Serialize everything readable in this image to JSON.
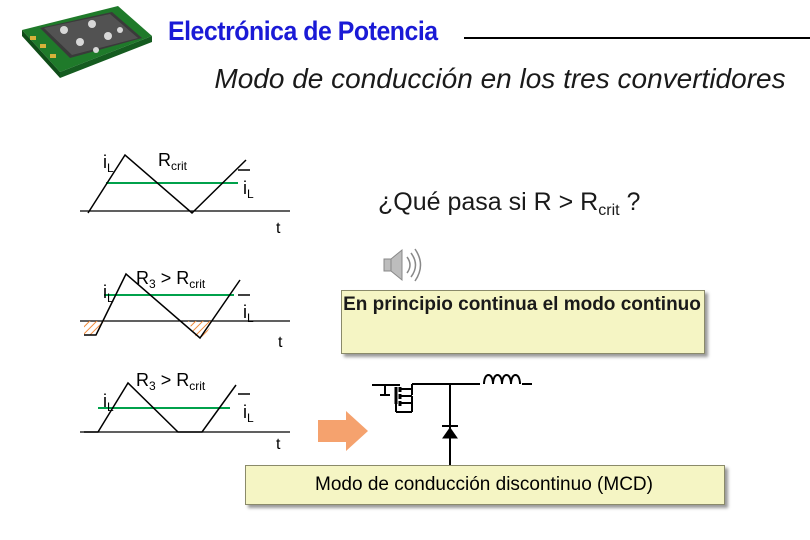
{
  "header": {
    "title": "Electrónica de Potencia"
  },
  "slide": {
    "title": "Modo de conducción en los tres convertidores",
    "question_main": "¿Qué pasa si R > R",
    "question_sub": "crit",
    "question_end": " ?",
    "answer": "En principio continua el modo continuo",
    "conclusion": "Modo de conducción discontinuo (MCD)"
  },
  "plots": [
    {
      "current_label": "i",
      "current_sub": "L",
      "condition_main": "R",
      "condition_sub": "crit",
      "avg_label": "i",
      "avg_sub": "L",
      "time_label": "t"
    },
    {
      "current_label": "i",
      "current_sub": "L",
      "condition_main": "R",
      "condition_num": "3",
      "condition_rest": " > R",
      "condition_sub": "crit",
      "avg_label": "i",
      "avg_sub": "L",
      "time_label": "t"
    },
    {
      "current_label": "i",
      "current_sub": "L",
      "condition_main": "R",
      "condition_num": "3",
      "condition_rest": " > R",
      "condition_sub": "crit",
      "avg_label": "i",
      "avg_sub": "L",
      "time_label": "t"
    }
  ],
  "colors": {
    "waveform": "#00a14b",
    "title_blue": "#1a1ad6",
    "box_fill": "#f5f5c4",
    "arrow": "#f5a26e",
    "hatch": "#f08a3a"
  },
  "icons": [
    "power-module-photo",
    "speaker-icon",
    "right-arrow-icon",
    "mosfet-symbol",
    "diode-symbol",
    "inductor-symbol"
  ]
}
